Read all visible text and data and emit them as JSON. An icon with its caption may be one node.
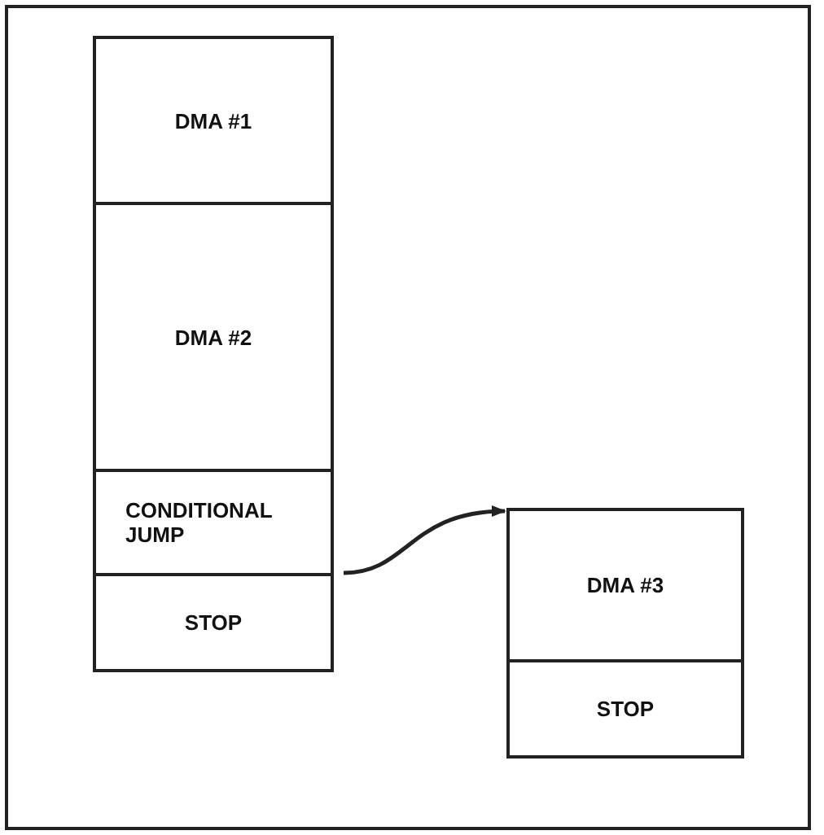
{
  "diagram": {
    "nodes": [
      {
        "text": [
          "DMA #1"
        ]
      },
      {
        "text": [
          "DMA #2"
        ]
      },
      {
        "text": [
          "CONDITIONAL JUMP"
        ]
      },
      {
        "text": [
          "STOP"
        ]
      },
      {
        "text": [
          "DMA #3"
        ]
      },
      {
        "text": [
          "STOP"
        ]
      }
    ],
    "edges": [
      {
        "from": 2,
        "to": 4,
        "arrow": "to"
      }
    ]
  }
}
